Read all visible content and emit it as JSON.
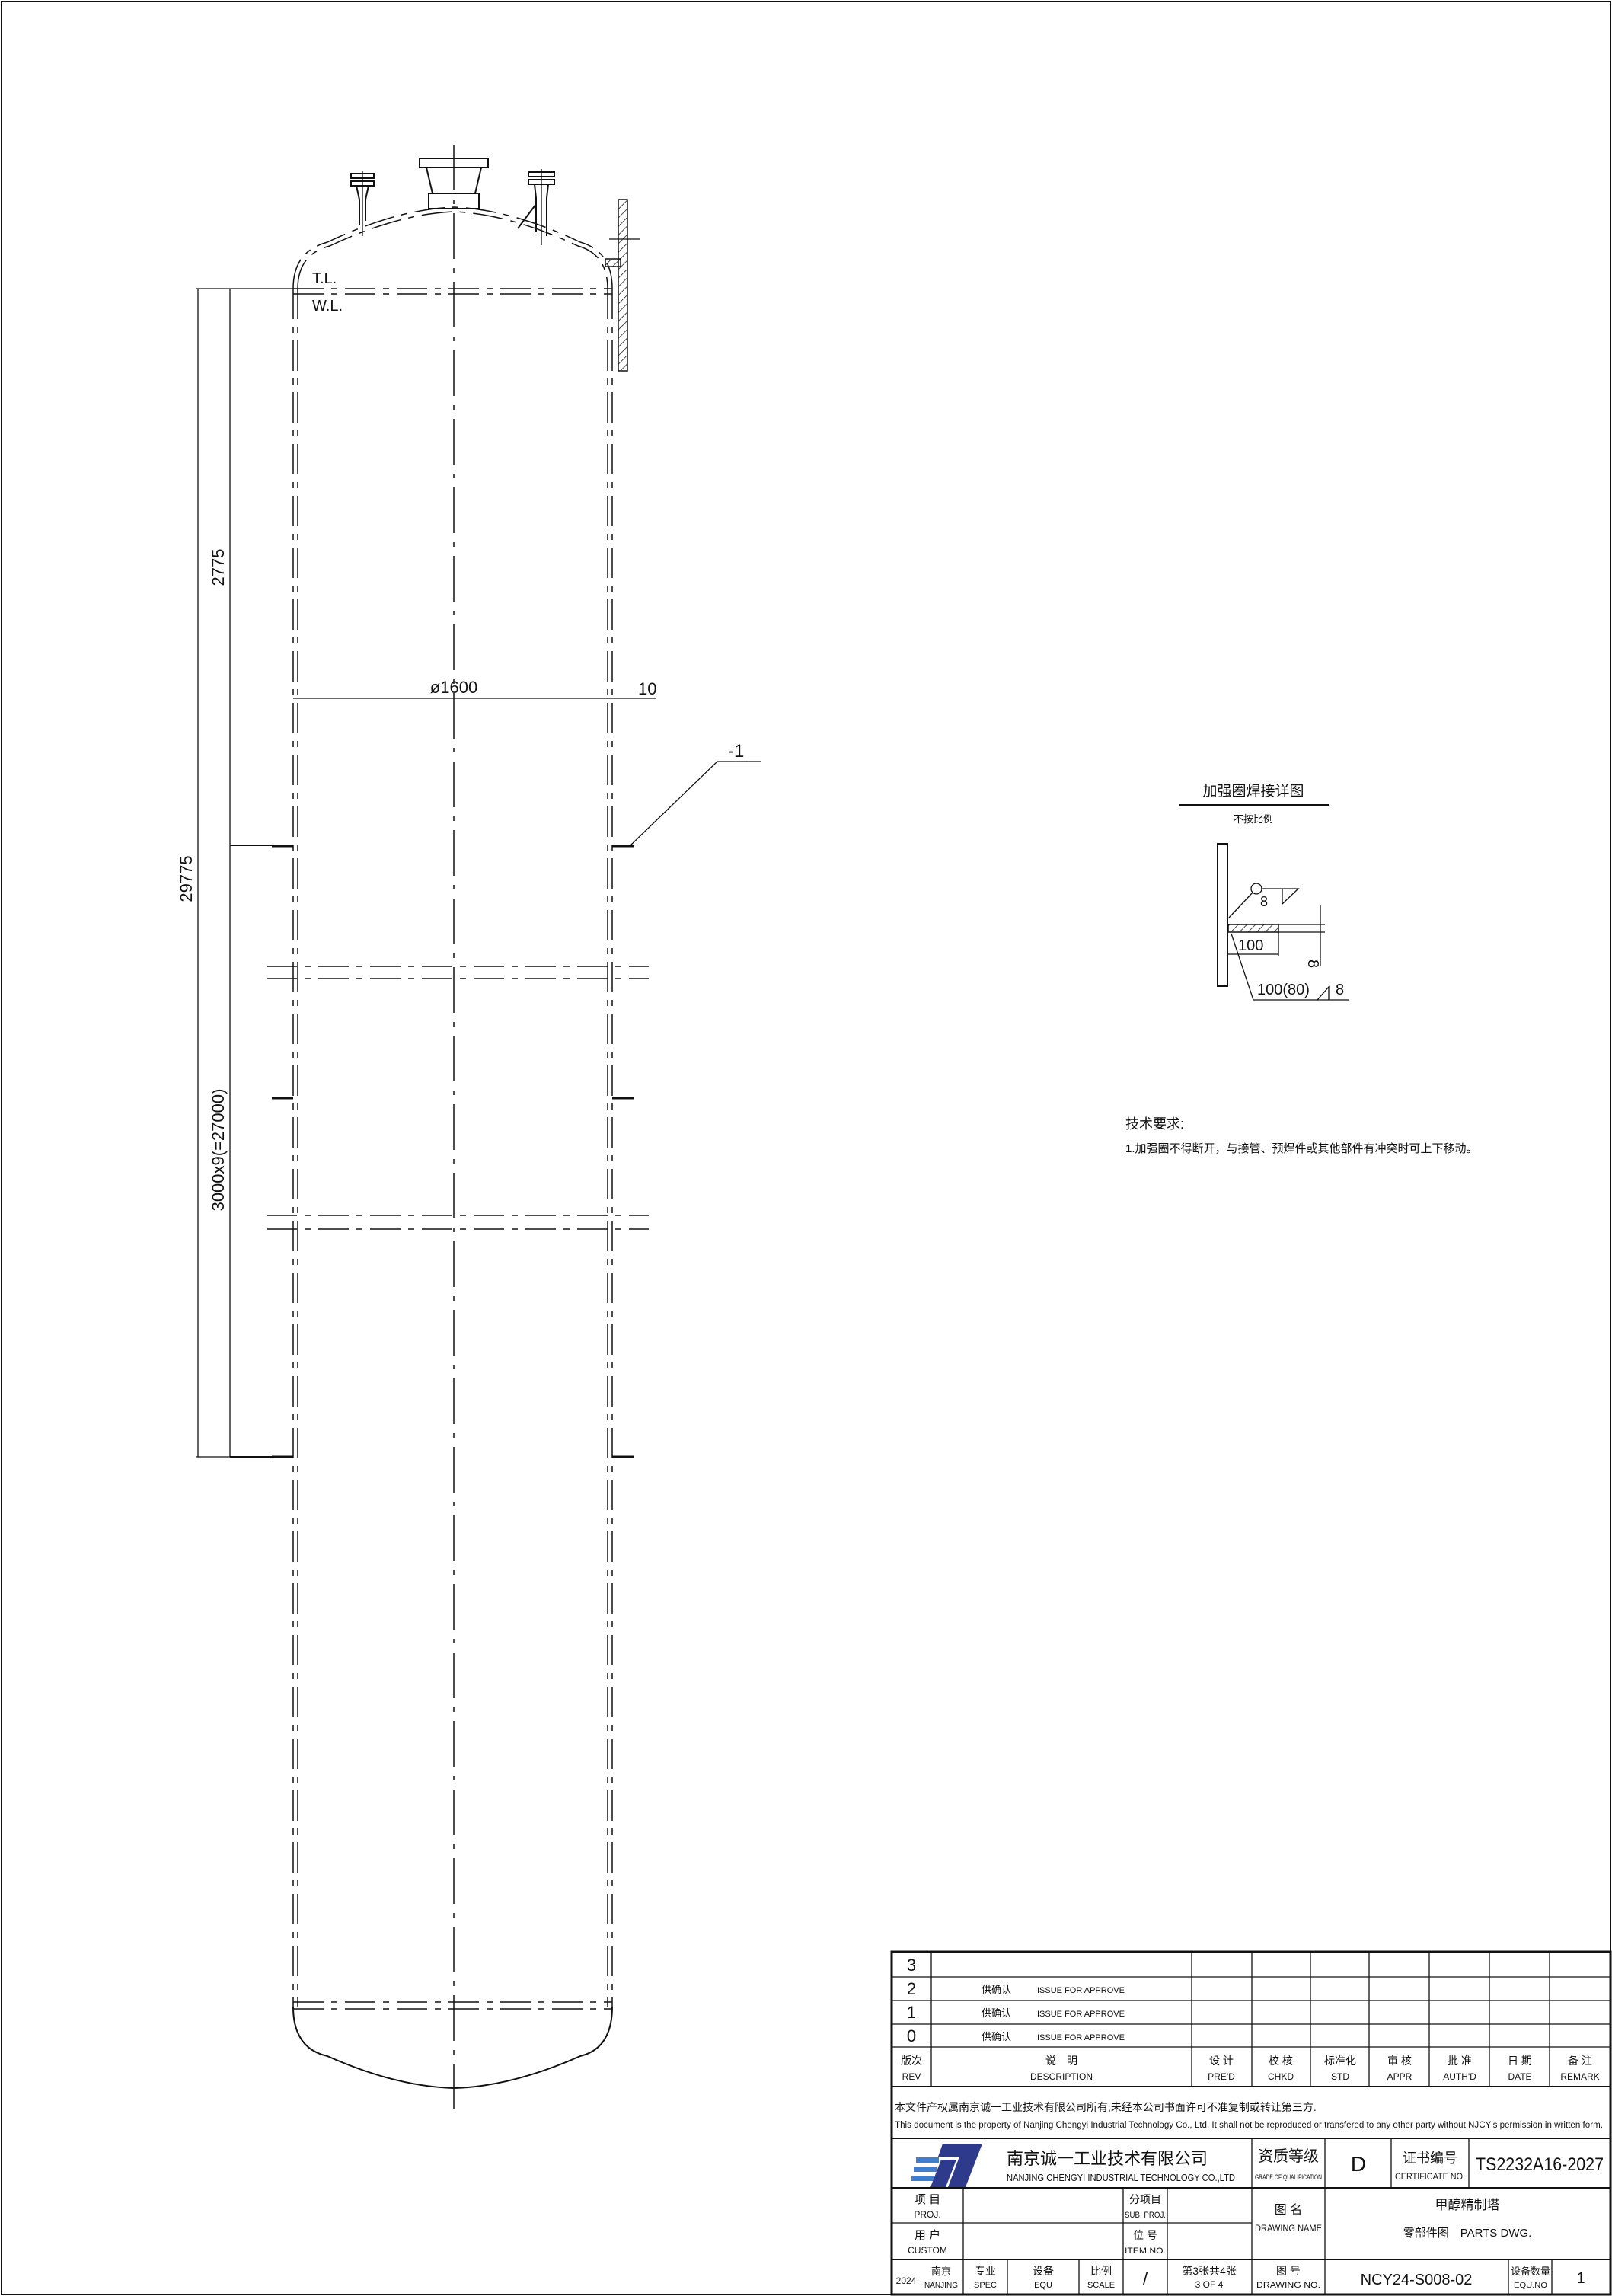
{
  "vessel": {
    "tl_label": "T.L.",
    "wl_label": "W.L.",
    "dim_total": "29775",
    "dim_top": "2775",
    "dim_pitch": "3000x9(=27000)",
    "dim_diameter": "ø1600",
    "dim_thickness": "10",
    "part_callout": "-1"
  },
  "detail": {
    "title": "加强圈焊接详图",
    "scale_note": "不按比例",
    "weld_size_top": "8",
    "ring_width": "100",
    "ring_thickness": "8",
    "weld_callout": "100(80)",
    "weld_callout_size": "8"
  },
  "requirements": {
    "heading": "技术要求:",
    "items": [
      "1.加强圈不得断开，与接管、预焊件或其他部件有冲突时可上下移动。"
    ]
  },
  "revision_table": {
    "rows": [
      {
        "rev": "3",
        "desc_cn": "",
        "desc_en": ""
      },
      {
        "rev": "2",
        "desc_cn": "供确认",
        "desc_en": "ISSUE FOR APPROVE"
      },
      {
        "rev": "1",
        "desc_cn": "供确认",
        "desc_en": "ISSUE FOR APPROVE"
      },
      {
        "rev": "0",
        "desc_cn": "供确认",
        "desc_en": "ISSUE FOR APPROVE"
      }
    ],
    "headers": [
      {
        "cn": "版次",
        "en": "REV"
      },
      {
        "cn": "说　明",
        "en": "DESCRIPTION"
      },
      {
        "cn": "设 计",
        "en": "PRE'D"
      },
      {
        "cn": "校 核",
        "en": "CHKD"
      },
      {
        "cn": "标准化",
        "en": "STD"
      },
      {
        "cn": "审 核",
        "en": "APPR"
      },
      {
        "cn": "批 准",
        "en": "AUTH'D"
      },
      {
        "cn": "日 期",
        "en": "DATE"
      },
      {
        "cn": "备 注",
        "en": "REMARK"
      }
    ]
  },
  "notice": {
    "cn": "本文件产权属南京诚一工业技术有限公司所有,未经本公司书面许可不准复制或转让第三方.",
    "en": "This document is the property of Nanjing Chengyi Industrial Technology Co., Ltd. It shall not be reproduced or transfered to any other party without NJCY's permission in written form."
  },
  "company": {
    "name_cn": "南京诚一工业技术有限公司",
    "name_en": "NANJING CHENGYI INDUSTRIAL TECHNOLOGY CO.,LTD",
    "logo_color_dark": "#2e3a8c",
    "logo_color_light": "#3f7fd0",
    "grade_cn": "资质等级",
    "grade_en": "GRADE OF QUALIFICATION",
    "grade_value": "D",
    "cert_cn": "证书编号",
    "cert_en": "CERTIFICATE NO.",
    "cert_value": "TS2232A16-2027"
  },
  "title_block": {
    "proj_cn": "项 目",
    "proj_en": "PROJ.",
    "subproj_cn": "分项目",
    "subproj_en": "SUB. PROJ.",
    "custom_cn": "用 户",
    "custom_en": "CUSTOM",
    "item_cn": "位 号",
    "item_en": "ITEM NO.",
    "dwg_name_cn": "图 名",
    "dwg_name_en": "DRAWING NAME",
    "dwg_name_value1": "甲醇精制塔",
    "dwg_name_value2": "零部件图　PARTS DWG.",
    "year": "2024",
    "city_cn": "南京",
    "city_en": "NANJING",
    "spec_cn": "专业",
    "spec_en": "SPEC",
    "equ_cn": "设备",
    "equ_en": "EQU",
    "scale_cn": "比例",
    "scale_en": "SCALE",
    "scale_value": "/",
    "sheet_cn": "第3张共4张",
    "sheet_en": "3 OF 4",
    "dwg_no_cn": "图 号",
    "dwg_no_en": "DRAWING NO.",
    "dwg_no_value": "NCY24-S008-02",
    "qty_cn": "设备数量",
    "qty_en": "EQU.NO",
    "qty_value": "1"
  }
}
